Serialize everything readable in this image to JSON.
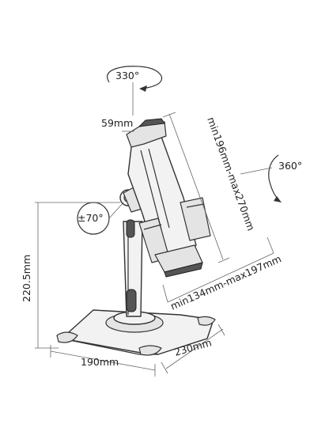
{
  "labels": {
    "rotation_top": "330°",
    "rotation_side": "360°",
    "tilt": "±70°",
    "arm_width": "59mm",
    "holder_length": "min196mm-max270mm",
    "holder_width": "min134mm-max197mm",
    "height": "220.5mm",
    "base_width": "190mm",
    "base_depth": "230mm"
  }
}
